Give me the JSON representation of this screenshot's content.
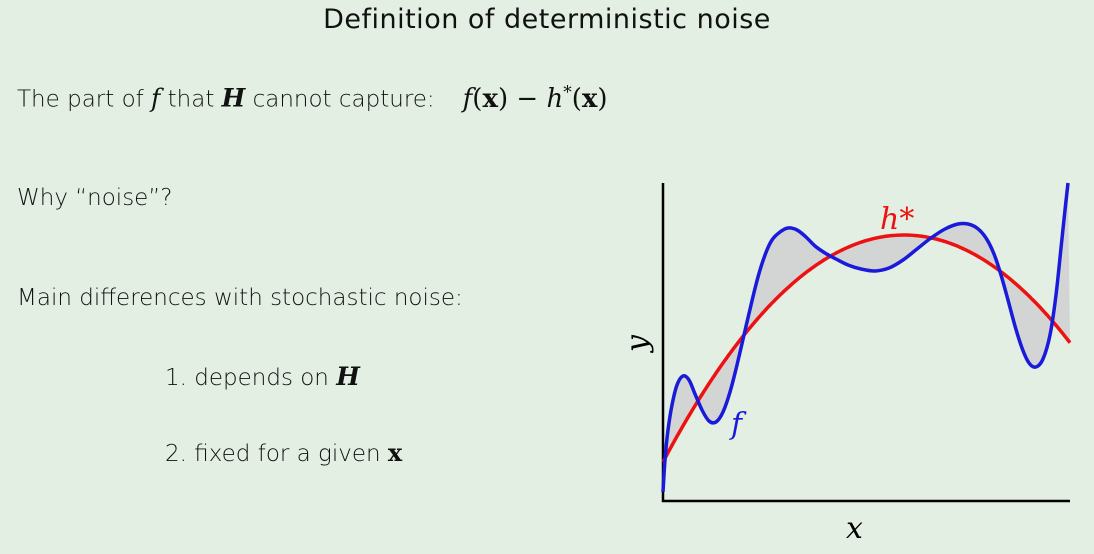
{
  "title": "Definition of deterministic noise",
  "intro": {
    "text_before_f": "The part of ",
    "f": "f",
    "text_that": " that ",
    "H": "H",
    "text_after": " cannot capture:"
  },
  "formula": {
    "f": "f",
    "paren_open": "(",
    "x": "x",
    "paren_close": ")",
    "minus": " − ",
    "h": "h",
    "star": "*"
  },
  "why": "Why “noise”?",
  "differences": "Main differences with stochastic noise:",
  "items": [
    {
      "num": "1.",
      "text": " depends on ",
      "symbol": "H"
    },
    {
      "num": "2.",
      "text": " fixed for a given ",
      "symbol": "x"
    }
  ],
  "plot": {
    "ylabel": "y",
    "xlabel": "x",
    "f_label": "f",
    "h_label": "h*",
    "colors": {
      "f": "#1a1adb",
      "h": "#ee1111",
      "fill": "#d3d5d5"
    }
  }
}
